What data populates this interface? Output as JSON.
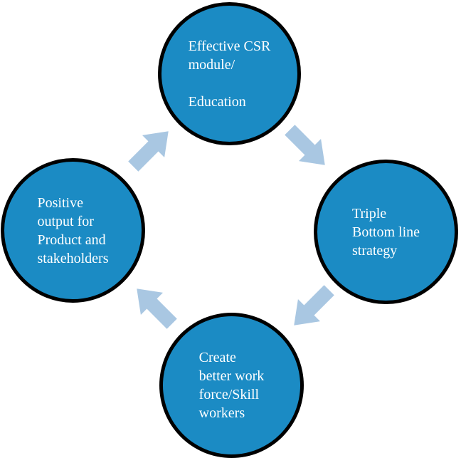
{
  "diagram": {
    "type": "cycle",
    "flow": "clockwise",
    "nodes": [
      {
        "id": "top",
        "label": "Effective CSR\nmodule/\n\nEducation"
      },
      {
        "id": "right",
        "label": "Triple\nBottom line\nstrategy"
      },
      {
        "id": "bottom",
        "label": "Create\nbetter work\nforce/Skill\nworkers"
      },
      {
        "id": "left",
        "label": "Positive\noutput for\nProduct and\nstakeholders"
      }
    ],
    "arrows": [
      {
        "from": "top",
        "to": "right"
      },
      {
        "from": "right",
        "to": "bottom"
      },
      {
        "from": "bottom",
        "to": "left"
      },
      {
        "from": "left",
        "to": "top"
      }
    ],
    "colors": {
      "node_fill": "#1b8bc4",
      "node_border": "#000000",
      "node_text": "#ffffff",
      "arrow_fill": "#a9c7e2",
      "background": "#ffffff"
    }
  }
}
